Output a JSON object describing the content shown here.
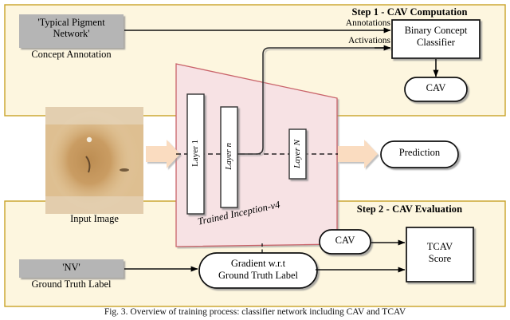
{
  "figure": {
    "caption": "Fig. 3. Overview of training process: classifier network including CAV and TCAV",
    "background_color": "#fdf6df",
    "panel_border_color": "#c9a227",
    "network_fill": "#f7e2e4",
    "network_border": "#c9646a",
    "gray_box_color": "#b5b5b5",
    "arrow_peach_color": "#fadcc0"
  },
  "panels": {
    "step1": {
      "title": "Step 1 - CAV Computation"
    },
    "step2": {
      "title": "Step 2 - CAV Evaluation"
    }
  },
  "nodes": {
    "concept_annotation": {
      "value": "'Typical Pigment\nNetwork'",
      "caption": "Concept Annotation"
    },
    "input_image": {
      "caption": "Input Image",
      "alt": "dermoscopic skin lesion image"
    },
    "ground_truth": {
      "value": "'NV'",
      "caption": "Ground Truth Label"
    },
    "binary_concept_classifier": {
      "line1": "Binary Concept",
      "line2": "Classifier"
    },
    "cav_top": {
      "label": "CAV"
    },
    "cav_bottom": {
      "label": "CAV"
    },
    "prediction": {
      "label": "Prediction"
    },
    "gradient": {
      "line1": "Gradient w.r.t",
      "line2": "Ground Truth Label"
    },
    "tcav_score": {
      "line1": "TCAV",
      "line2": "Score"
    },
    "network": {
      "label": "Trained Inception-v4",
      "layers": [
        {
          "label": "Layer 1"
        },
        {
          "label": "Layer n"
        },
        {
          "label": "Layer N"
        }
      ]
    }
  },
  "edges": {
    "annotations": {
      "label": "Annotations"
    },
    "activations": {
      "label": "Activations"
    }
  }
}
